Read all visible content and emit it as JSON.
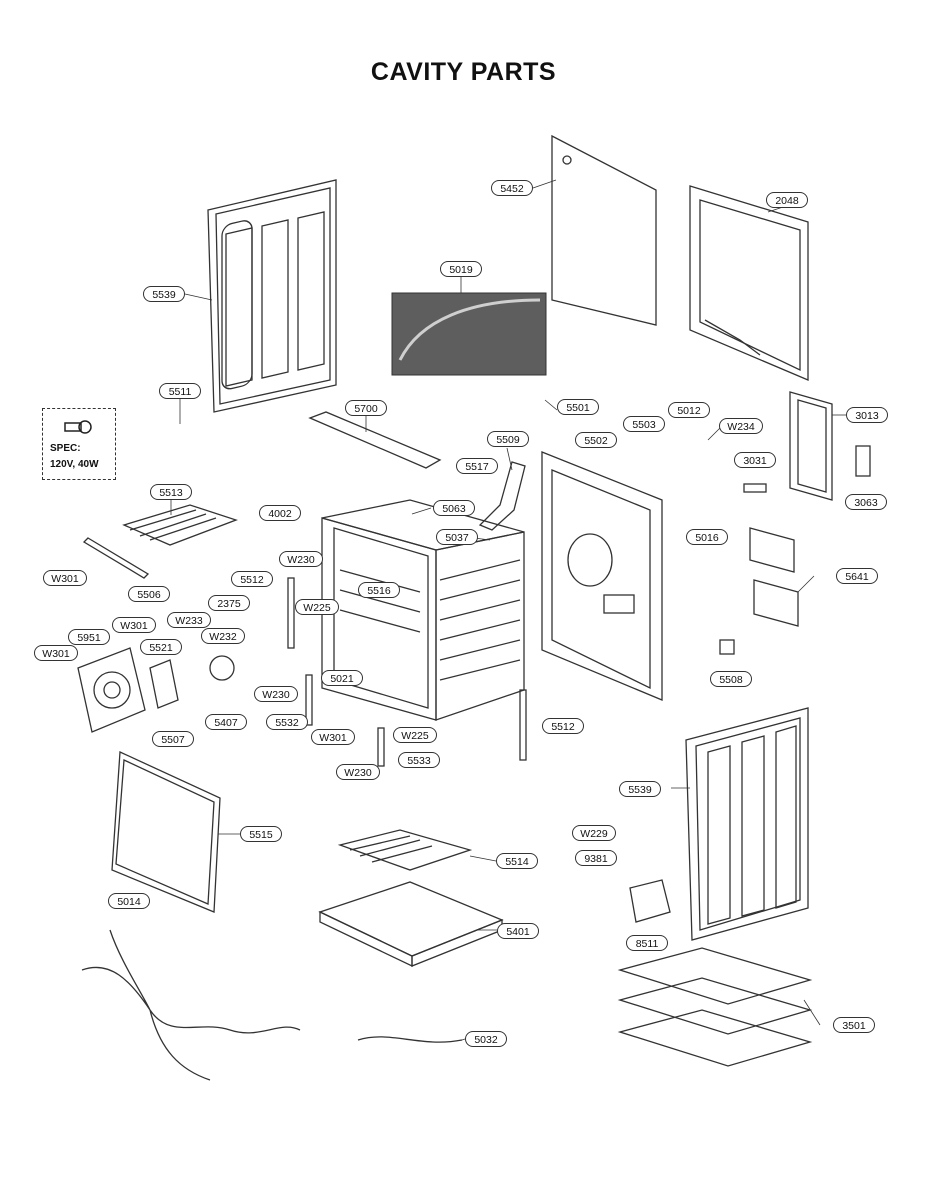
{
  "title": "CAVITY PARTS",
  "spec": {
    "line1": "SPEC:",
    "line2": "120V, 40W",
    "icon": "bulb-icon"
  },
  "callouts": [
    {
      "id": "c5452",
      "label": "5452"
    },
    {
      "id": "c2048",
      "label": "2048"
    },
    {
      "id": "c5539a",
      "label": "5539"
    },
    {
      "id": "c5019",
      "label": "5019"
    },
    {
      "id": "c5511",
      "label": "5511"
    },
    {
      "id": "c5700",
      "label": "5700"
    },
    {
      "id": "c5501",
      "label": "5501"
    },
    {
      "id": "c3013",
      "label": "3013"
    },
    {
      "id": "c5509",
      "label": "5509"
    },
    {
      "id": "c5502",
      "label": "5502"
    },
    {
      "id": "c5503",
      "label": "5503"
    },
    {
      "id": "c5012",
      "label": "5012"
    },
    {
      "id": "cW234",
      "label": "W234"
    },
    {
      "id": "c5517",
      "label": "5517"
    },
    {
      "id": "c3031",
      "label": "3031"
    },
    {
      "id": "c3063",
      "label": "3063"
    },
    {
      "id": "c5513",
      "label": "5513"
    },
    {
      "id": "c4002",
      "label": "4002"
    },
    {
      "id": "c5063",
      "label": "5063"
    },
    {
      "id": "c5037",
      "label": "5037"
    },
    {
      "id": "c5016",
      "label": "5016"
    },
    {
      "id": "cW230a",
      "label": "W230"
    },
    {
      "id": "cW301a",
      "label": "W301"
    },
    {
      "id": "c5506",
      "label": "5506"
    },
    {
      "id": "c5512a",
      "label": "5512"
    },
    {
      "id": "c5516",
      "label": "5516"
    },
    {
      "id": "c5641",
      "label": "5641"
    },
    {
      "id": "c2375",
      "label": "2375"
    },
    {
      "id": "cW225a",
      "label": "W225"
    },
    {
      "id": "cW233",
      "label": "W233"
    },
    {
      "id": "cW301b",
      "label": "W301"
    },
    {
      "id": "c5951",
      "label": "5951"
    },
    {
      "id": "cW232",
      "label": "W232"
    },
    {
      "id": "c5521",
      "label": "5521"
    },
    {
      "id": "cW301c",
      "label": "W301"
    },
    {
      "id": "c5508",
      "label": "5508"
    },
    {
      "id": "cW230b",
      "label": "W230"
    },
    {
      "id": "c5021",
      "label": "5021"
    },
    {
      "id": "c5407",
      "label": "5407"
    },
    {
      "id": "c5532",
      "label": "5532"
    },
    {
      "id": "c5512b",
      "label": "5512"
    },
    {
      "id": "c5507",
      "label": "5507"
    },
    {
      "id": "cW301d",
      "label": "W301"
    },
    {
      "id": "cW225b",
      "label": "W225"
    },
    {
      "id": "cW230c",
      "label": "W230"
    },
    {
      "id": "c5533",
      "label": "5533"
    },
    {
      "id": "c5539b",
      "label": "5539"
    },
    {
      "id": "c5515",
      "label": "5515"
    },
    {
      "id": "cW229",
      "label": "W229"
    },
    {
      "id": "c9381",
      "label": "9381"
    },
    {
      "id": "c5514",
      "label": "5514"
    },
    {
      "id": "c5014",
      "label": "5014"
    },
    {
      "id": "c5401",
      "label": "5401"
    },
    {
      "id": "c8511",
      "label": "8511"
    },
    {
      "id": "c3501",
      "label": "3501"
    },
    {
      "id": "c5032",
      "label": "5032"
    }
  ]
}
